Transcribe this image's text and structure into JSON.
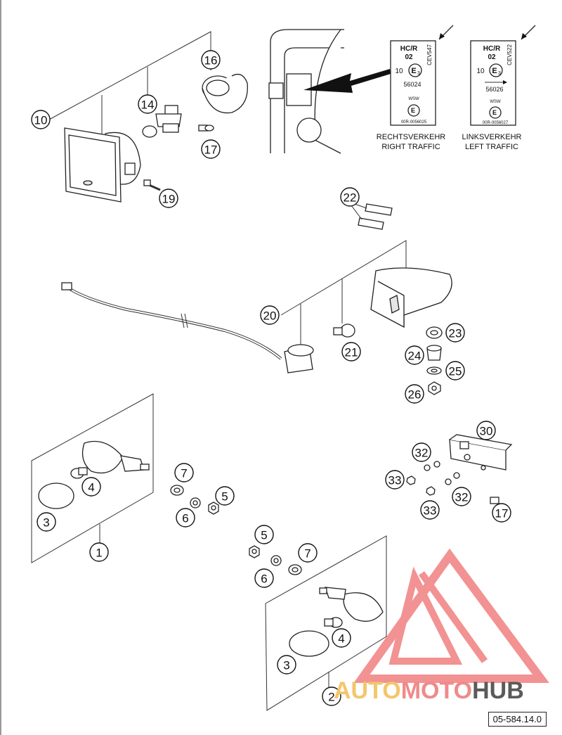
{
  "drawing_number": "05-584.14.0",
  "callouts": [
    {
      "id": "c10",
      "label": "10"
    },
    {
      "id": "c14",
      "label": "14"
    },
    {
      "id": "c16",
      "label": "16"
    },
    {
      "id": "c17a",
      "label": "17"
    },
    {
      "id": "c19",
      "label": "19"
    },
    {
      "id": "c22",
      "label": "22"
    },
    {
      "id": "c20",
      "label": "20"
    },
    {
      "id": "c21",
      "label": "21"
    },
    {
      "id": "c23",
      "label": "23"
    },
    {
      "id": "c24",
      "label": "24"
    },
    {
      "id": "c25",
      "label": "25"
    },
    {
      "id": "c26",
      "label": "26"
    },
    {
      "id": "c30",
      "label": "30"
    },
    {
      "id": "c32a",
      "label": "32"
    },
    {
      "id": "c33a",
      "label": "33"
    },
    {
      "id": "c32b",
      "label": "32"
    },
    {
      "id": "c33b",
      "label": "33"
    },
    {
      "id": "c17b",
      "label": "17"
    },
    {
      "id": "c7a",
      "label": "7"
    },
    {
      "id": "c4a",
      "label": "4"
    },
    {
      "id": "c5a",
      "label": "5"
    },
    {
      "id": "c3a",
      "label": "3"
    },
    {
      "id": "c6a",
      "label": "6"
    },
    {
      "id": "c1",
      "label": "1"
    },
    {
      "id": "c5b",
      "label": "5"
    },
    {
      "id": "c7b",
      "label": "7"
    },
    {
      "id": "c6b",
      "label": "6"
    },
    {
      "id": "c4b",
      "label": "4"
    },
    {
      "id": "c3b",
      "label": "3"
    },
    {
      "id": "c2",
      "label": "2"
    }
  ],
  "plates": {
    "right": {
      "line1": "HC/R",
      "line2": "02",
      "num": "10",
      "mark": "E",
      "mark_sub": "3",
      "code": "56024",
      "side_code": "CEV547",
      "small_label": "WSW",
      "small_code": "00R-0056025",
      "caption_de": "RECHTSVERKEHR",
      "caption_en": "RIGHT TRAFFIC"
    },
    "left": {
      "line1": "HC/R",
      "line2": "02",
      "num": "10",
      "mark": "E",
      "mark_sub": "3",
      "code": "56026",
      "side_code": "CEV522",
      "small_label": "WSW",
      "small_code": "00R-0056027",
      "caption_de": "LINKSVERKEHR",
      "caption_en": "LEFT TRAFFIC"
    }
  },
  "watermark": {
    "part1": "AUTO",
    "part2": "MOTO",
    "part3": "HUB",
    "color1": "#f4c66a",
    "color2": "#f08a8a",
    "color3": "#5a5a5a",
    "logo_color": "#f08080"
  }
}
